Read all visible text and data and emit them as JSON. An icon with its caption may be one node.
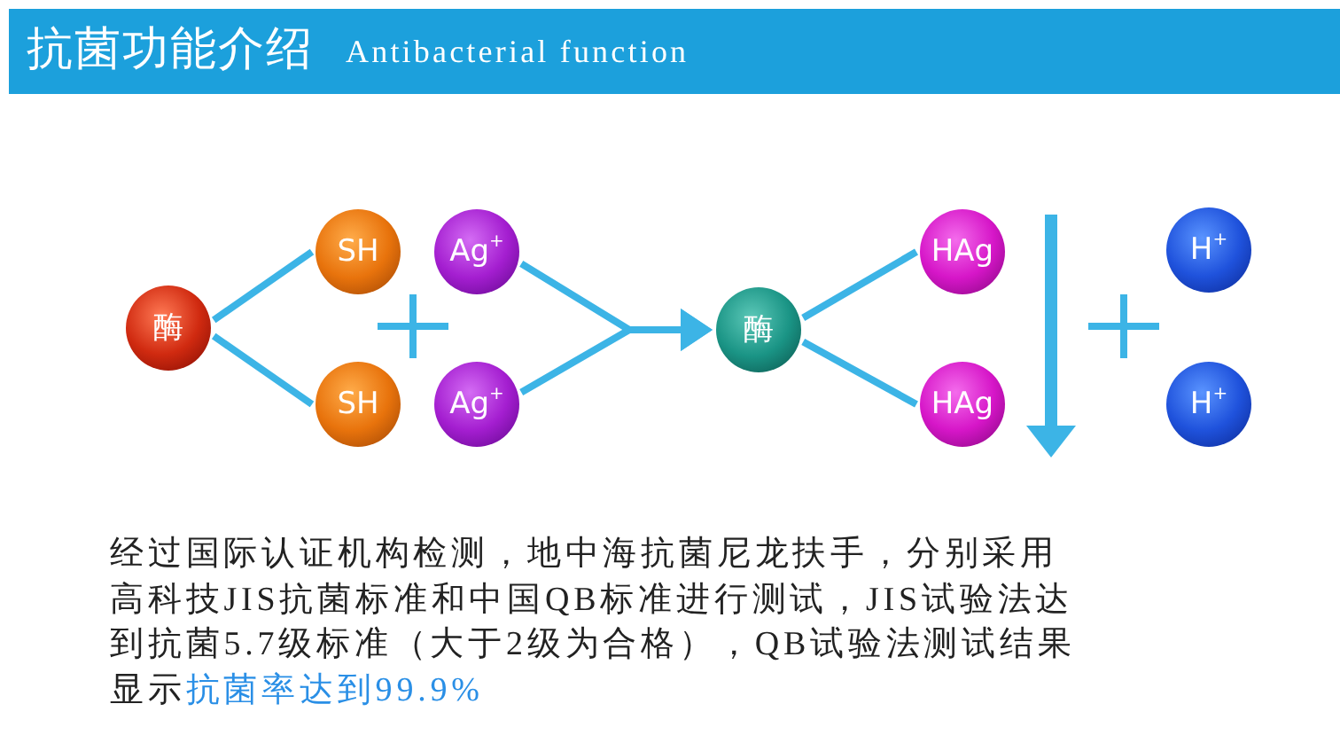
{
  "diagram": {
    "title": "抗菌功能介绍",
    "nodes": [
      {
        "text": [
          "酶"
        ]
      },
      {
        "text": [
          "SH"
        ]
      },
      {
        "text": [
          "SH"
        ]
      },
      {
        "text": [
          "Ag$^{+}$"
        ]
      },
      {
        "text": [
          "Ag$^{+}$"
        ]
      },
      {
        "text": [
          "酶"
        ]
      },
      {
        "text": [
          "HAg"
        ]
      },
      {
        "text": [
          "HAg"
        ]
      },
      {
        "text": [
          "H$^{+}$"
        ]
      },
      {
        "text": [
          "H$^{+}$"
        ]
      }
    ],
    "edges": [
      {
        "from": 0,
        "to": 1,
        "arrow": "none"
      },
      {
        "from": 0,
        "to": 2,
        "arrow": "none"
      },
      {
        "from": 3,
        "to": 5,
        "arrow": "to"
      },
      {
        "from": 4,
        "to": 5,
        "arrow": "to"
      },
      {
        "from": 5,
        "to": 6,
        "arrow": "none"
      },
      {
        "from": 5,
        "to": 7,
        "arrow": "none"
      }
    ],
    "labels": [
      "Antibacterial function",
      "经过国际认证机构检测，地中海抗菌尼龙扶手，分别采用高科技JIS抗菌标准和中国QB标准进行测试，JIS试验法达到抗菌5.7级标准（大于2级为合格），QB试验法测试结果显示抗菌率达到99.9%"
    ]
  }
}
